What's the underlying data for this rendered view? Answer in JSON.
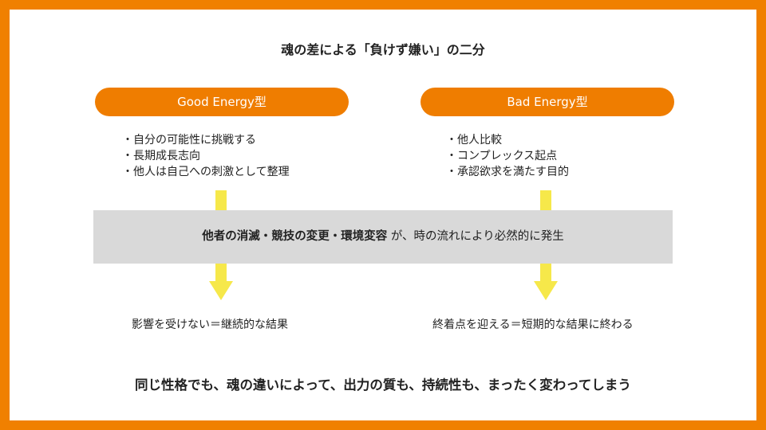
{
  "slide": {
    "title": "魂の差による「負けず嫌い」の二分",
    "good": {
      "label": "Good Energy型",
      "items": [
        "・自分の可能性に挑戦する",
        "・長期成長志向",
        "・他人は自己への刺激として整理"
      ],
      "result": "影響を受けない＝継続的な結果"
    },
    "bad": {
      "label": "Bad Energy型",
      "items": [
        "・他人比較",
        "・コンプレックス起点",
        "・承認欲求を満たす目的"
      ],
      "result": "終着点を迎える＝短期的な結果に終わる"
    },
    "band": {
      "bold": "他者の消滅・競技の変更・環境変容",
      "rest": " が、時の流れにより必然的に発生"
    },
    "conclusion": "同じ性格でも、魂の違いによって、出力の質も、持続性も、まったく変わってしまう"
  },
  "colors": {
    "frame": "#f08000",
    "pill": "#ef7d00",
    "arrow": "#f6e84a",
    "band": "#d9d9d9"
  }
}
